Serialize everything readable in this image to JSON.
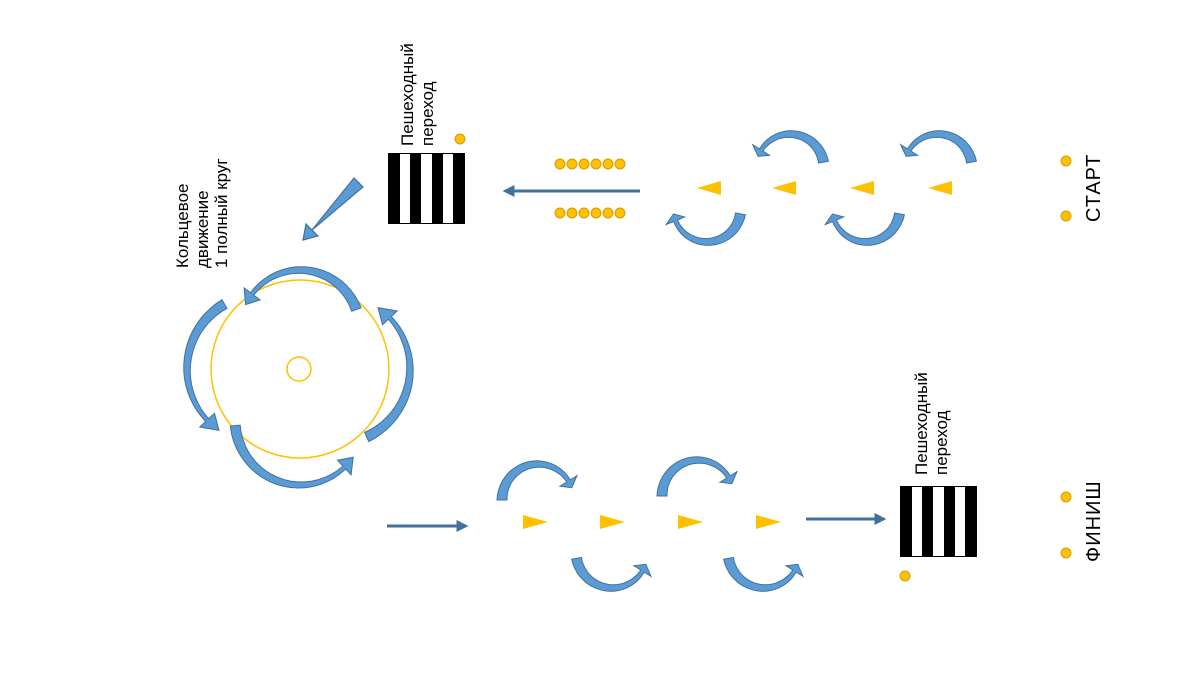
{
  "labels": {
    "start": "СТАРТ",
    "finish": "ФИНИШ",
    "crosswalk_top": "Пешеходный\nпереход",
    "crosswalk_bottom": "Пешеходный\nпереход",
    "roundabout": "Кольцевое\nдвижение\n1 полный круг"
  },
  "colors": {
    "arrow_fill": "#5B9BD5",
    "arrow_edge": "#41719C",
    "marker": "#FFC000",
    "marker_edge": "#D69E00",
    "ring": "#FFC000",
    "stripe": "#000000"
  },
  "icons": [
    "curved-arrow-icon",
    "straight-arrow-icon",
    "cone-triangle-icon",
    "marker-dot-icon",
    "crosswalk-icon",
    "roundabout-icon"
  ]
}
